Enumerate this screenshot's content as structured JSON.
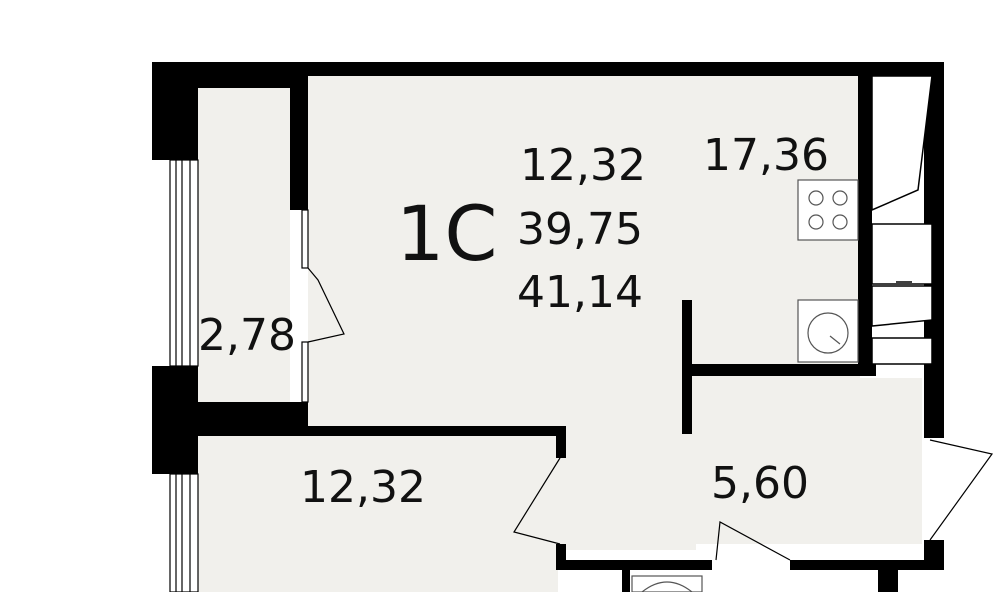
{
  "plan": {
    "unit_code": "1С",
    "areas": {
      "room": "12,32",
      "living_total": "39,75",
      "total": "41,14",
      "kitchen": "17,36",
      "balcony": "2,78",
      "bedroom": "12,32",
      "hall": "5,60"
    },
    "colors": {
      "wall": "#000000",
      "floor": "#f1f0ec",
      "background": "#ffffff",
      "text": "#111111"
    }
  }
}
